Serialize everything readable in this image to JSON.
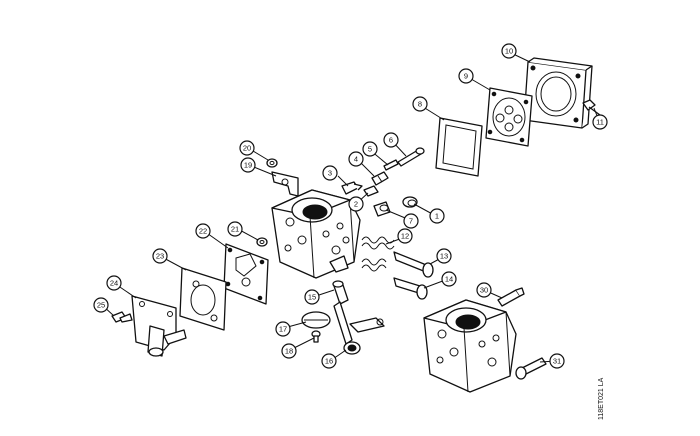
{
  "diagram": {
    "drawing_code": "118ET021 LA",
    "callouts": [
      {
        "id": "1",
        "label": "1"
      },
      {
        "id": "2",
        "label": "2"
      },
      {
        "id": "3",
        "label": "3"
      },
      {
        "id": "4",
        "label": "4"
      },
      {
        "id": "5",
        "label": "5"
      },
      {
        "id": "6",
        "label": "6"
      },
      {
        "id": "7",
        "label": "7"
      },
      {
        "id": "8",
        "label": "8"
      },
      {
        "id": "9",
        "label": "9"
      },
      {
        "id": "10",
        "label": "10"
      },
      {
        "id": "11",
        "label": "11"
      },
      {
        "id": "12",
        "label": "12"
      },
      {
        "id": "13",
        "label": "13"
      },
      {
        "id": "14",
        "label": "14"
      },
      {
        "id": "15",
        "label": "15"
      },
      {
        "id": "16",
        "label": "16"
      },
      {
        "id": "17",
        "label": "17"
      },
      {
        "id": "18",
        "label": "18"
      },
      {
        "id": "19",
        "label": "19"
      },
      {
        "id": "20",
        "label": "20"
      },
      {
        "id": "21",
        "label": "21"
      },
      {
        "id": "22",
        "label": "22"
      },
      {
        "id": "23",
        "label": "23"
      },
      {
        "id": "24",
        "label": "24"
      },
      {
        "id": "25",
        "label": "25"
      },
      {
        "id": "30",
        "label": "30"
      },
      {
        "id": "31",
        "label": "31"
      }
    ]
  }
}
